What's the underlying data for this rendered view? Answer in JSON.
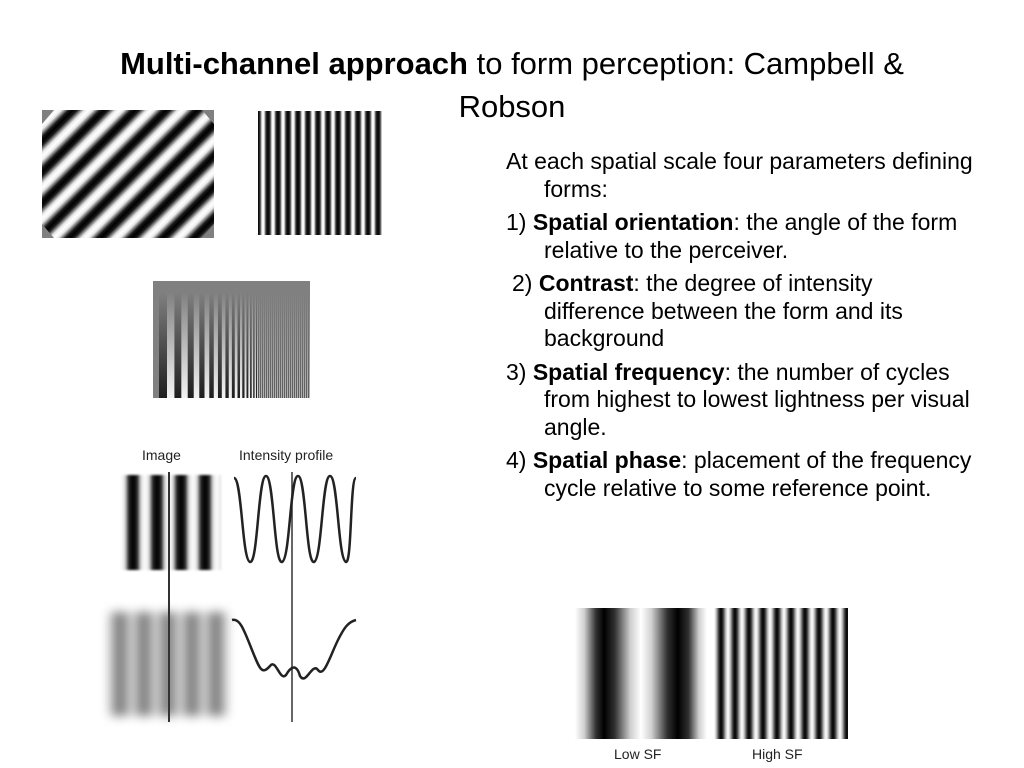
{
  "title": {
    "bold": "Multi-channel approach",
    "rest": " to form perception: Campbell & Robson"
  },
  "body": {
    "intro": "At each spatial scale four parameters defining forms:",
    "items": [
      {
        "prefix": "1) ",
        "term": "Spatial orientation",
        "text": ": the angle of the form relative to the perceiver."
      },
      {
        "prefix": "2) ",
        "term": "Contrast",
        "text": ": the degree of intensity difference between the form and its background"
      },
      {
        "prefix": "3) ",
        "term": "Spatial frequency",
        "text": ": the number of cycles from highest to lowest lightness per visual angle."
      },
      {
        "prefix": "4) ",
        "term": "Spatial phase",
        "text": ": placement of the frequency cycle relative to some reference point."
      }
    ]
  },
  "figure": {
    "image_label": "Image",
    "profile_label": "Intensity profile",
    "low_sf_label": "Low SF",
    "high_sf_label": "High SF"
  }
}
